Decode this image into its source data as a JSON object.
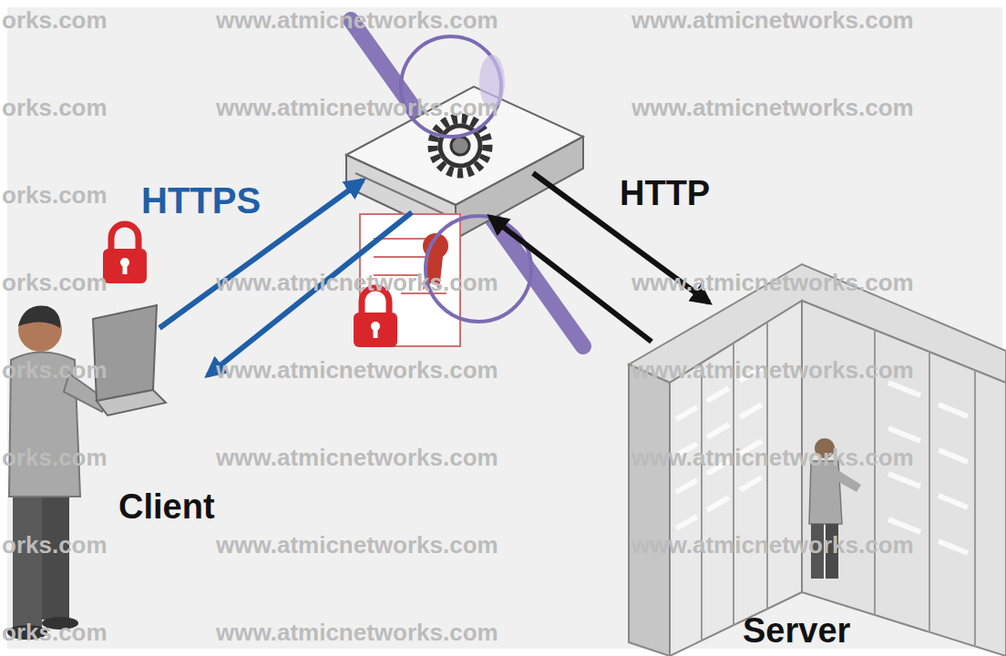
{
  "diagram": {
    "labels": [
      "orks.com",
      "www.atmicnetworks.com",
      "www.atmicnetworks.com",
      "orks.com",
      "www.atmicnetworks.com",
      "www.atmicnetworks.com",
      "orks.com",
      "HTTPS",
      "HTTP",
      "orks.com",
      "www.atmicnetworks.com",
      "www.atmicnetworks.com",
      "orks.com",
      "www.atmicnetworks.com",
      "www.atmicnetworks.com",
      "orks.com",
      "www.atmicnetworks.com",
      "www.atmicnetworks.com",
      "Client",
      "orks.com",
      "www.atmicnetworks.com",
      "www.atmicnetworks.com",
      "orks.com",
      "www.atmicnetworks.com",
      "Server"
    ]
  }
}
